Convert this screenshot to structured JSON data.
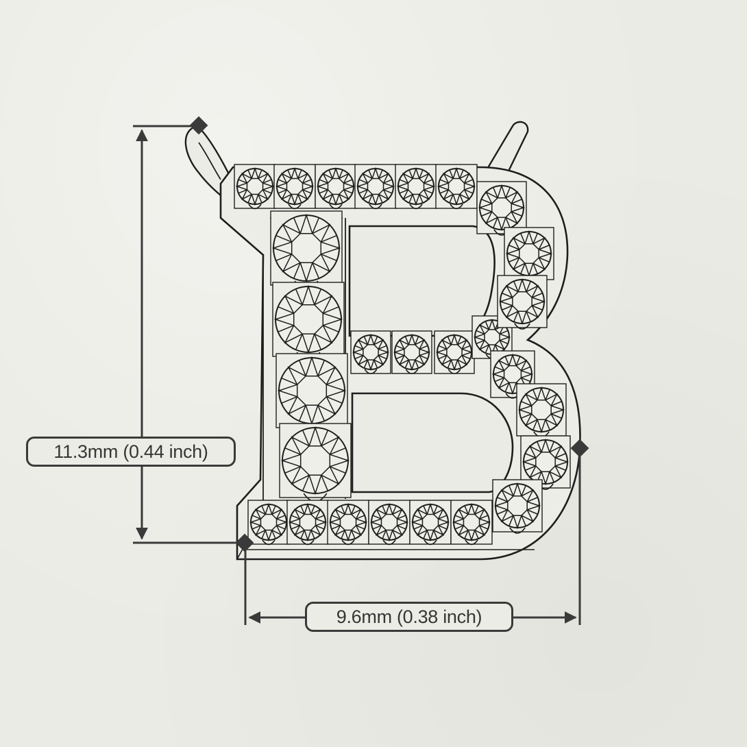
{
  "diagram": {
    "subject": "Letter B pendant with pavé-set round stones",
    "letter": "B",
    "colors": {
      "background": "#ebebe5",
      "line": "#1e1e1e",
      "dimension": "#3a3a3a",
      "label_text": "#363636"
    },
    "dimensions": {
      "height": {
        "label": "11.3mm (0.44 inch)",
        "value_mm": 11.3,
        "value_inch": 0.44,
        "orientation": "vertical"
      },
      "width": {
        "label": "9.6mm (0.38 inch)",
        "value_mm": 9.6,
        "value_inch": 0.38,
        "orientation": "horizontal"
      }
    },
    "stones": {
      "top_row": [
        [
          372,
          272,
          26
        ],
        [
          430,
          272,
          26
        ],
        [
          490,
          272,
          26
        ],
        [
          548,
          272,
          26
        ],
        [
          607,
          272,
          26
        ],
        [
          666,
          272,
          26
        ]
      ],
      "left_column": [
        [
          447,
          362,
          48
        ],
        [
          450,
          466,
          48
        ],
        [
          455,
          570,
          48
        ],
        [
          460,
          672,
          48
        ]
      ],
      "middle_row": [
        [
          541,
          514,
          25
        ],
        [
          601,
          514,
          25
        ],
        [
          663,
          514,
          25
        ],
        [
          718,
          492,
          25
        ]
      ],
      "bottom_row": [
        [
          392,
          762,
          26
        ],
        [
          449,
          762,
          26
        ],
        [
          508,
          762,
          26
        ],
        [
          568,
          762,
          26
        ],
        [
          628,
          762,
          26
        ],
        [
          688,
          762,
          26
        ]
      ],
      "upper_bowl": [
        [
          732,
          303,
          32
        ],
        [
          772,
          370,
          32
        ],
        [
          762,
          440,
          32
        ]
      ],
      "lower_bowl": [
        [
          748,
          546,
          28
        ],
        [
          790,
          598,
          32
        ],
        [
          796,
          674,
          32
        ],
        [
          755,
          738,
          32
        ]
      ]
    }
  }
}
